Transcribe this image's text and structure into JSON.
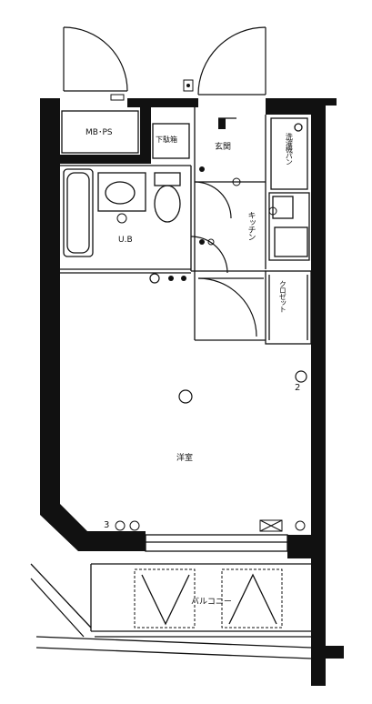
{
  "rooms": {
    "mbps": "MB･PS",
    "shoebox": "下駄箱",
    "entrance": "玄関",
    "laundry": "洗濯機パン",
    "kitchen": "キッチン",
    "bath": "U.B",
    "closet": "クロゼット",
    "western": "洋室",
    "balcony": "バルコニー"
  },
  "markers": {
    "left_outlet_num": "3",
    "right_outlet_num": "2"
  }
}
